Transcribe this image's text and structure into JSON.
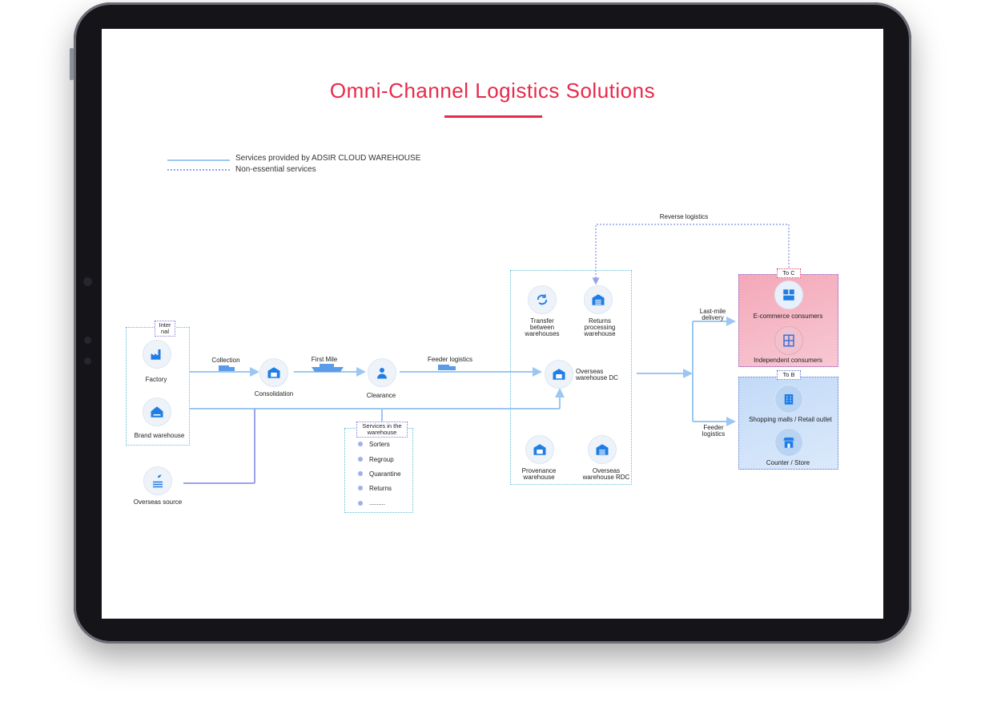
{
  "title": "Omni-Channel Logistics Solutions",
  "legend": {
    "solid": "Services provided by ADSIR CLOUD WAREHOUSE",
    "dotted": "Non-essential services"
  },
  "sources": {
    "tag": "Inter nal",
    "factory": "Factory",
    "brand_warehouse": "Brand warehouse",
    "overseas_source": "Overseas source"
  },
  "flow": {
    "collection": "Collection",
    "consolidation": "Consolidation",
    "first_mile": "First Mile",
    "clearance": "Clearance",
    "feeder_logistics": "Feeder logistics",
    "reverse_logistics": "Reverse logistics",
    "last_mile": "Last-mile delivery",
    "feeder_logistics_2": "Feeder logistics"
  },
  "services_box": {
    "title": "Services in the warehouse",
    "items": [
      "Sorters",
      "Regroup",
      "Quarantine",
      "Returns",
      "........."
    ]
  },
  "warehouse_box": {
    "transfer": "Transfer between warehouses",
    "returns": "Returns processing warehouse",
    "overseas_dc": "Overseas warehouse DC",
    "provenance": "Provenance warehouse",
    "overseas_rdc": "Overseas warehouse RDC"
  },
  "to_c": {
    "tag": "To C",
    "ecommerce": "E-commerce consumers",
    "independent": "Independent  consumers"
  },
  "to_b": {
    "tag": "To B",
    "malls": "Shopping malls / Retail outlet",
    "store": "Counter / Store"
  },
  "colors": {
    "title": "#e8294a",
    "icon_blue": "#1f7de6",
    "line_blue": "#9cc7f2"
  }
}
